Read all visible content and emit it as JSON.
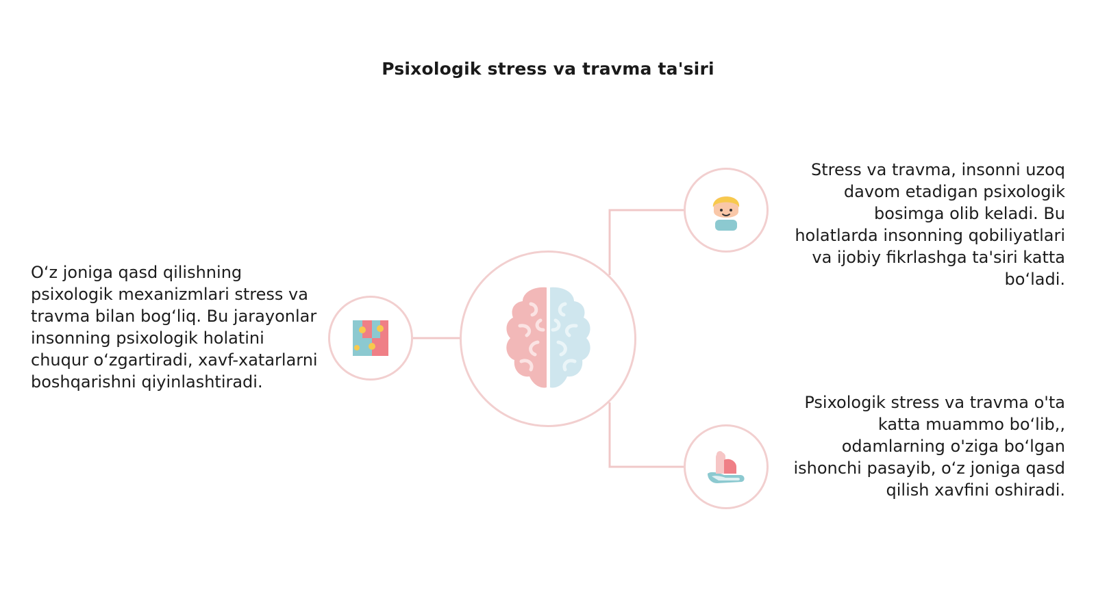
{
  "title": "Psixologik stress va travma ta'siri",
  "nodes": {
    "center": {
      "icon": "brain-icon"
    },
    "left": {
      "icon": "puzzle-icon",
      "text": "O‘z joniga qasd qilishning psixologik mexanizmlari stress va travma bilan bog‘liq. Bu jarayonlar insonning psixologik holatini chuqur o‘zgartiradi, xavf-xatarlarni boshqarishni qiyinlashtiradi."
    },
    "top_right": {
      "icon": "person-icon",
      "text": "Stress va travma, insonni uzoq davom etadigan psixologik bosimga olib keladi. Bu holatlarda insonning qobiliyatlari va ijobiy fikrlashga ta'siri katta bo‘ladi."
    },
    "bottom_right": {
      "icon": "hand-support-icon",
      "text": "Psixologik stress va travma o'ta katta muammo bo‘lib,, odamlarning o'ziga bo‘lgan ishonchi pasayib, o‘z joniga qasd qilish xavfini oshiradi."
    }
  },
  "colors": {
    "circle_border": "#f2cfcf",
    "connector": "#f0c8c8",
    "brain_left": "#f2b8b8",
    "brain_right": "#cfe6ee",
    "teal": "#8cc9d0",
    "coral": "#ef7f86",
    "yellow": "#f7c94d"
  }
}
